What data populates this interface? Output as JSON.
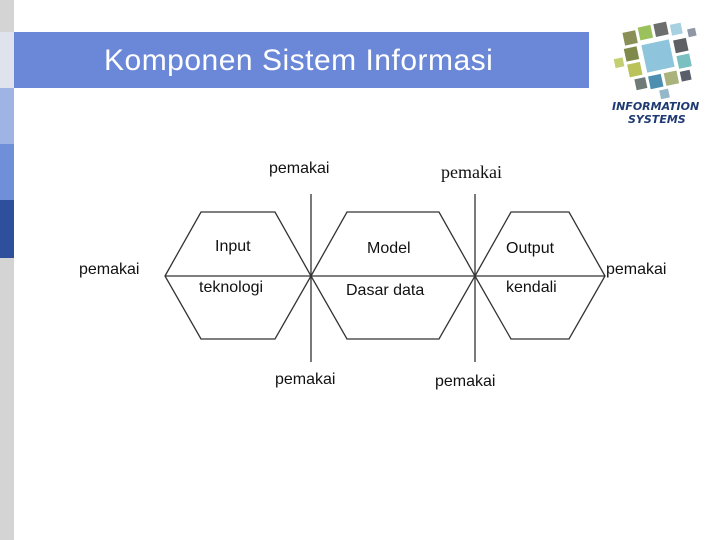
{
  "slide": {
    "title": "Komponen Sistem Informasi",
    "logo_line1": "INFORMATION",
    "logo_line2": "SYSTEMS"
  },
  "diagram": {
    "users": {
      "top_left": "pemakai",
      "top_right": "pemakai",
      "left": "pemakai",
      "right": "pemakai",
      "bottom_left": "pemakai",
      "bottom_right": "pemakai"
    },
    "components": {
      "input": "Input",
      "model": "Model",
      "output": "Output",
      "technology": "teknologi",
      "database": "Dasar data",
      "control": "kendali"
    }
  },
  "colors": {
    "title_bar": "#6b87d7",
    "rail": "#d4d4d4",
    "logo_text": "#1f3a73"
  }
}
